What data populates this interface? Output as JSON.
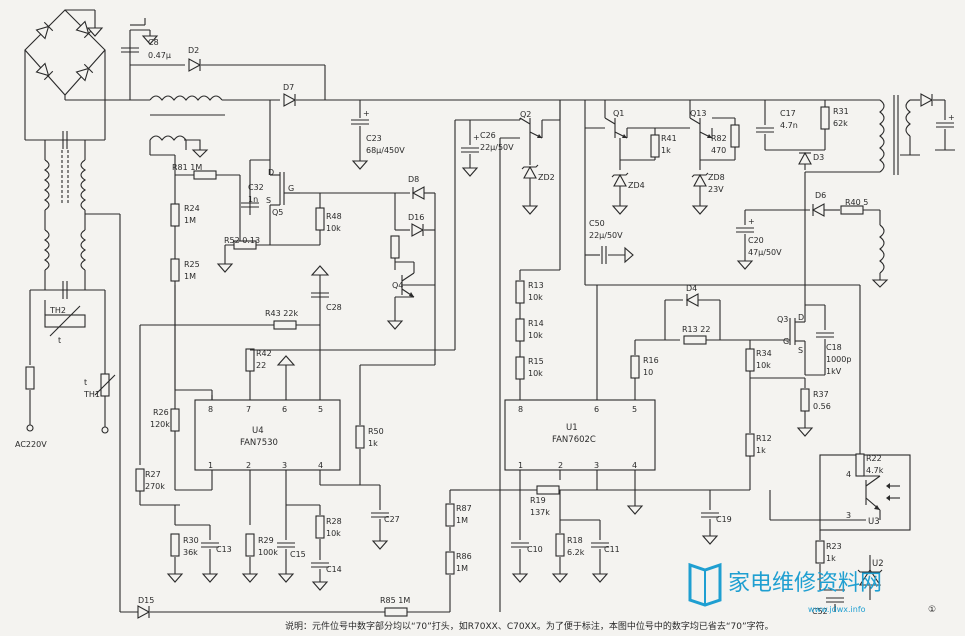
{
  "ic": {
    "u4": {
      "ref": "U4",
      "part": "FAN7530",
      "pins": [
        "8",
        "7",
        "6",
        "5",
        "1",
        "2",
        "3",
        "4"
      ]
    },
    "u1": {
      "ref": "U1",
      "part": "FAN7602C",
      "pins": [
        "8",
        "6",
        "5",
        "1",
        "2",
        "3",
        "4"
      ]
    },
    "u3": {
      "ref": "U3",
      "pins": [
        "4",
        "3"
      ]
    },
    "u2": {
      "ref": "U2"
    }
  },
  "labels": {
    "c8": "C8",
    "c8v": "0.47μ",
    "d2": "D2",
    "d7": "D7",
    "c23": "C23",
    "c23v": "68μ/450V",
    "r81": "R81 1M",
    "d": "D",
    "g": "G",
    "s": "S",
    "c32": "C32",
    "c32v": "1n",
    "q5": "Q5",
    "d8": "D8",
    "d16": "D16",
    "r48": "R48",
    "r48v": "10k",
    "r24": "R24",
    "r24v": "1M",
    "r52": "R52 0.13",
    "r25": "R25",
    "r25v": "1M",
    "q4": "Q4",
    "r43": "R43 22k",
    "c28": "C28",
    "r42": "R42",
    "r42v": "22",
    "r26": "R26",
    "r26v": "120k",
    "r50": "R50",
    "r50v": "1k",
    "r27": "R27",
    "r27v": "270k",
    "c27": "C27",
    "r29": "R29",
    "r29v": "100k",
    "r28": "R28",
    "r28v": "10k",
    "r30": "R30",
    "r30v": "36k",
    "c13": "C13",
    "c15": "C15",
    "c14": "C14",
    "th2": "TH2",
    "th2t": "t",
    "th1": "TH1",
    "th1t": "t",
    "ac": "AC220V",
    "d15": "D15",
    "r85": "R85 1M",
    "c26": "C26",
    "c26v": "22μ/50V",
    "q2": "Q2",
    "zd2": "ZD2",
    "q1": "Q1",
    "zd4": "ZD4",
    "r41": "R41",
    "r41v": "1k",
    "q13": "Q13",
    "r82": "R82",
    "r82v": "470",
    "zd8": "ZD8",
    "zd8v": "23V",
    "c17": "C17",
    "c17v": "4.7n",
    "r31": "R31",
    "r31v": "62k",
    "d3": "D3",
    "d6": "D6",
    "r40": "R40 5",
    "c50": "C50",
    "c50v": "22μ/50V",
    "c20": "C20",
    "c20v": "47μ/50V",
    "r13": "R13",
    "r13v": "10k",
    "r14": "R14",
    "r14v": "10k",
    "r15": "R15",
    "r15v": "10k",
    "d4": "D4",
    "r13b": "R13 22",
    "q3": "Q3",
    "r16": "R16",
    "r16v": "10",
    "r34": "R34",
    "r34v": "10k",
    "c18": "C18",
    "c18v": "1000p",
    "c18k": "1kV",
    "r37": "R37",
    "r37v": "0.56",
    "r12": "R12",
    "r12v": "1k",
    "r22": "R22",
    "r22v": "4.7k",
    "r87": "R87",
    "r87v": "1M",
    "r86": "R86",
    "r86v": "1M",
    "r19": "R19",
    "r19v": "137k",
    "r18": "R18",
    "r18v": "6.2k",
    "c10": "C10",
    "c11": "C11",
    "c19": "C19",
    "r23": "R23",
    "r23v": "1k",
    "c52": "C52"
  },
  "note": "说明：元件位号中数字部分均以“70”打头，如R70XX、C70XX。为了便于标注，本图中位号中的数字均已省去“70”字符。",
  "watermark": {
    "text": "家电维修资料网",
    "url": "www.jdwx.info",
    "color": "#1f9fd1"
  },
  "page_number": "①"
}
